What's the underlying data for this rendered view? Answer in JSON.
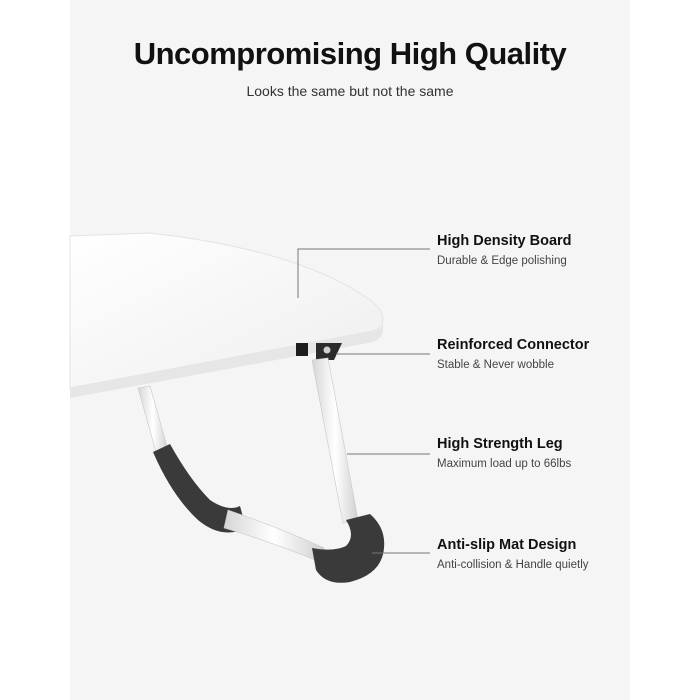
{
  "header": {
    "title": "Uncompromising High Quality",
    "subtitle": "Looks the same but not the same"
  },
  "features": [
    {
      "name": "High Density Board",
      "desc": "Durable & Edge polishing"
    },
    {
      "name": "Reinforced Connector",
      "desc": "Stable & Never wobble"
    },
    {
      "name": "High Strength Leg",
      "desc": "Maximum load up to 66lbs"
    },
    {
      "name": "Anti-slip Mat Design",
      "desc": "Anti-collision & Handle quietly"
    }
  ],
  "colors": {
    "background": "#f5f5f5",
    "board": "#ffffff",
    "grip": "#3a3a3a",
    "leader_line": "#777777"
  }
}
